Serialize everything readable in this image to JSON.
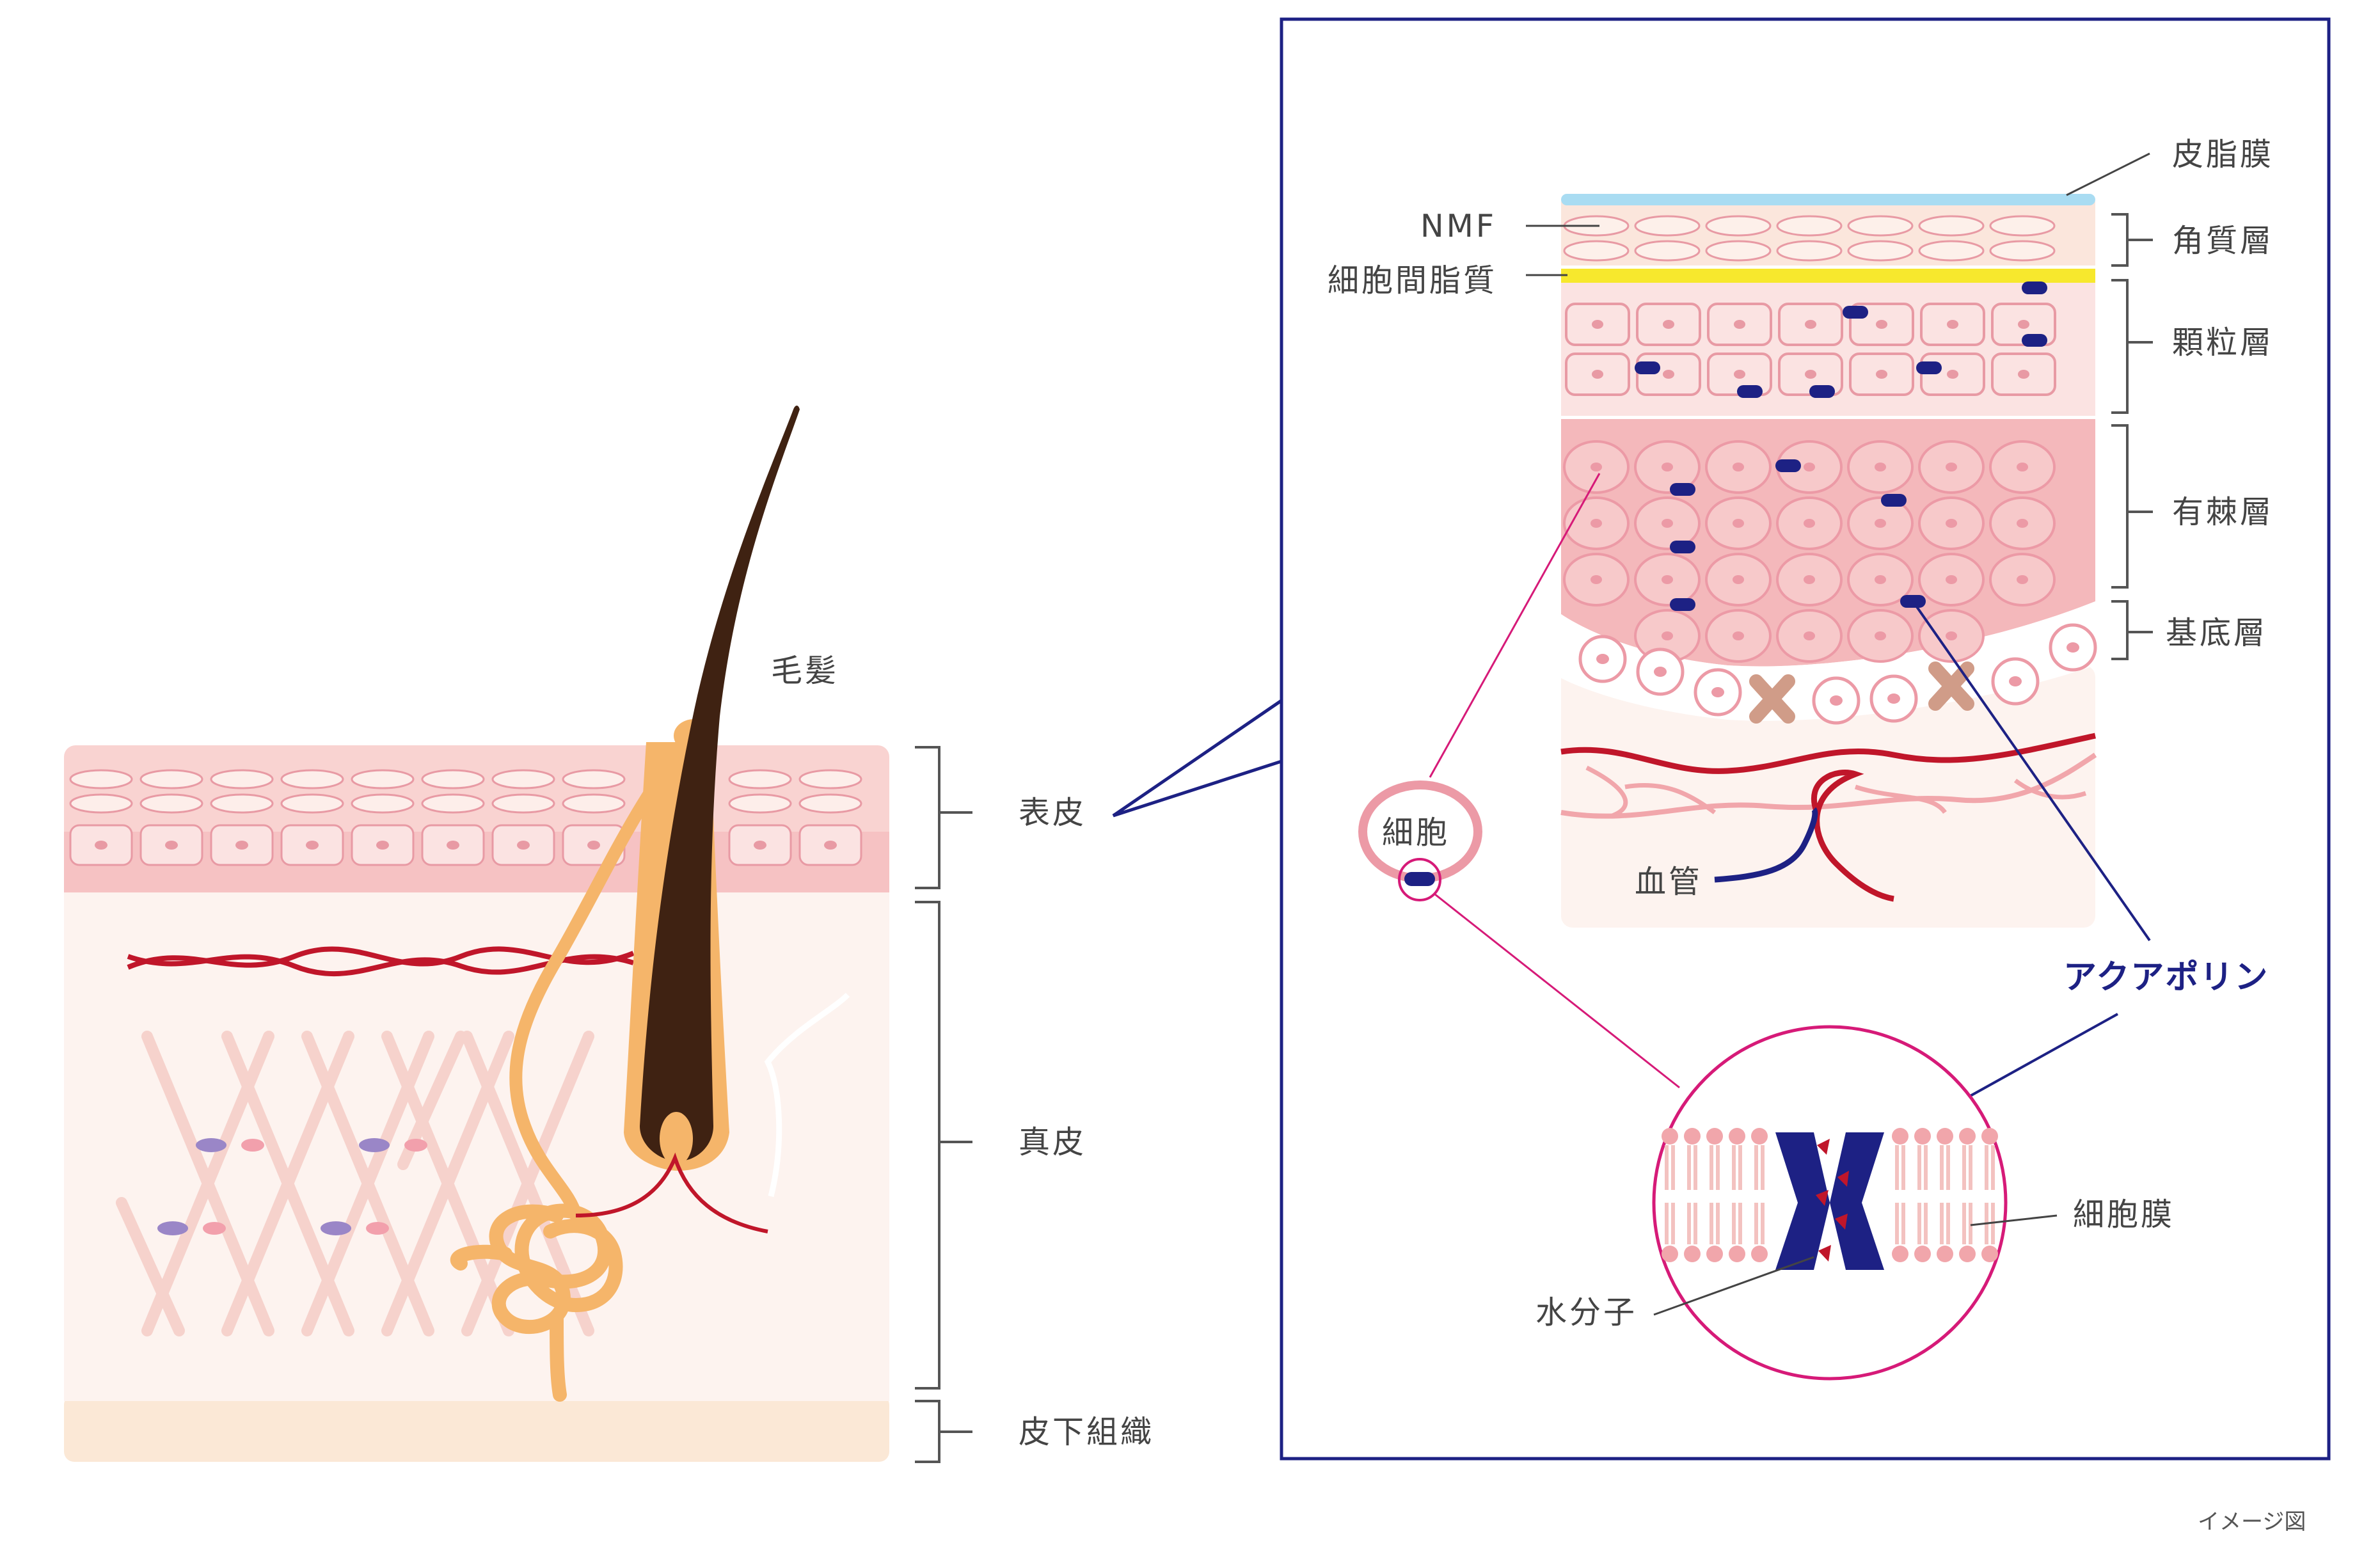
{
  "labels": {
    "hair": "毛髪",
    "epidermis": "表皮",
    "dermis": "真皮",
    "subcutaneous": "皮下組織",
    "sebum_film": "皮脂膜",
    "stratum_corneum": "角質層",
    "stratum_granulosum": "顆粒層",
    "stratum_spinosum": "有棘層",
    "stratum_basale": "基底層",
    "nmf": "NMF",
    "intercellular_lipid": "細胞間脂質",
    "cell": "細胞",
    "blood_vessel": "血管",
    "aquaporin": "アクアポリン",
    "cell_membrane": "細胞膜",
    "water_molecule": "水分子",
    "image_note": "イメージ図"
  },
  "colors": {
    "frame": "#1d2184",
    "aquaporin": "#1d2184",
    "water": "#c0162a",
    "blood": "#c0162a",
    "cell_line": "#e89aa4",
    "cell_fill": "#fbe3e2",
    "spinosum": "#f4b8bb",
    "sebum": "#a9dcf2",
    "lipid": "#f7e82d",
    "gland": "#f5b56a",
    "hair": "#3f2212",
    "magenta": "#d61a78"
  }
}
